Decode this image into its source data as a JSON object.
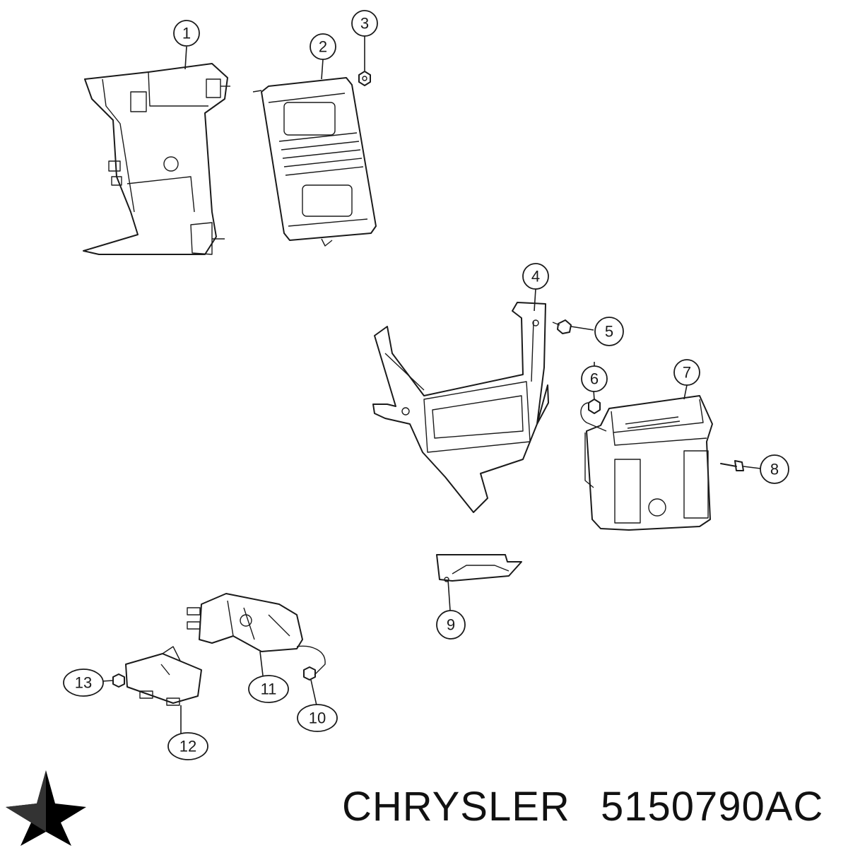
{
  "callouts": [
    {
      "id": "1",
      "label": "1"
    },
    {
      "id": "2",
      "label": "2"
    },
    {
      "id": "3",
      "label": "3"
    },
    {
      "id": "4",
      "label": "4"
    },
    {
      "id": "5",
      "label": "5"
    },
    {
      "id": "6",
      "label": "6"
    },
    {
      "id": "7",
      "label": "7"
    },
    {
      "id": "8",
      "label": "8"
    },
    {
      "id": "9",
      "label": "9"
    },
    {
      "id": "10",
      "label": "10"
    },
    {
      "id": "11",
      "label": "11"
    },
    {
      "id": "12",
      "label": "12"
    },
    {
      "id": "13",
      "label": "13"
    }
  ],
  "footer": {
    "brand": "CHRYSLER",
    "part_number": "5150790AC"
  },
  "logo": {
    "icon": "chrysler-pentastar-icon",
    "color": "#000000"
  }
}
